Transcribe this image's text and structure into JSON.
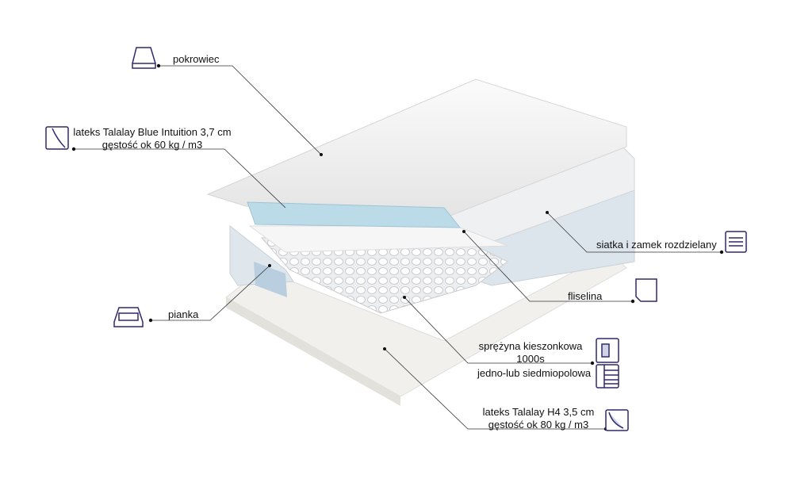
{
  "labels": {
    "cover": "pokrowiec",
    "latex_top_line1": "lateks Talalay Blue Intuition 3,7 cm",
    "latex_top_line2": "gęstość ok 60 kg / m3",
    "mesh_zipper": "siatka i zamek rozdzielany",
    "fleece": "fliselina",
    "foam": "pianka",
    "spring_line1": "sprężyna kieszonkowa",
    "spring_line2": "1000s",
    "spring_line3": "jedno-lub siedmiopolowa",
    "latex_bottom_line1": "lateks Talalay H4 3,5 cm",
    "latex_bottom_line2": "gęstość ok 80 kg / m3"
  },
  "colors": {
    "icon_stroke": "#2e2a6b",
    "leader_line": "#333333",
    "latex_blue": "#bcdbe8"
  },
  "icons": [
    "mattress-icon",
    "latex-icon",
    "mesh-icon",
    "fleece-icon",
    "foam-icon",
    "spring-icon",
    "zones-icon",
    "latex-h4-icon"
  ]
}
